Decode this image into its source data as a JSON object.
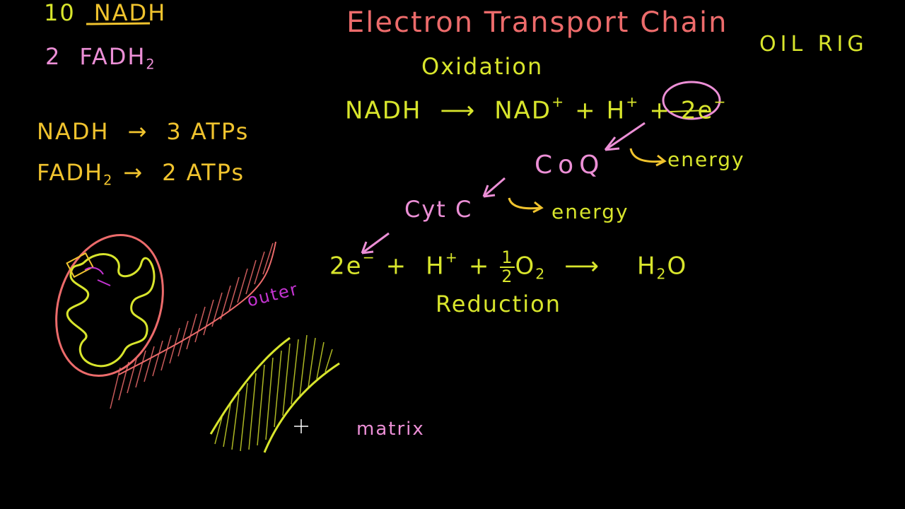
{
  "title": "Electron Transport Chain",
  "mnemonic": "OIL RIG",
  "counts": {
    "nadh_count": "10",
    "nadh_label": "NADH",
    "fadh2_count": "2",
    "fadh2_label": "FADH",
    "fadh2_sub": "2"
  },
  "atp_yield": {
    "nadh": "NADH",
    "nadh_arrow": "→",
    "nadh_value": "3 ATPs",
    "fadh2": "FADH",
    "fadh2_sub": "2",
    "fadh2_arrow": "→",
    "fadh2_value": "2 ATPs"
  },
  "oxidation": {
    "label": "Oxidation",
    "reactant": "NADH",
    "arrow": "⟶",
    "nad": "NAD",
    "nad_charge": "+",
    "plus1": "+",
    "h": "H",
    "h_charge": "+",
    "plus2": "+",
    "electrons": "2e",
    "electrons_charge": "−"
  },
  "carriers": {
    "coq": "CoQ",
    "coq_energy": "energy",
    "cytc": "Cyt C",
    "cytc_energy": "energy"
  },
  "reduction": {
    "electrons": "2e",
    "electrons_charge": "−",
    "plus1": "+",
    "h": "H",
    "h_charge": "+",
    "plus2": "+",
    "half_num": "1",
    "half_den": "2",
    "o": "O",
    "o_sub": "2",
    "arrow": "⟶",
    "product_h": "H",
    "product_sub": "2",
    "product_o": "O",
    "label": "Reduction"
  },
  "mitochondrion": {
    "outer_label": "outer",
    "matrix_label": "matrix"
  },
  "colors": {
    "yellow_green": "#d8e52c",
    "orange": "#f0c32e",
    "pink": "#ec8fd6",
    "red": "#ec6b6b",
    "magenta": "#c534d2"
  },
  "icons": [
    "arrow-icon",
    "crosshair-cursor-icon"
  ]
}
